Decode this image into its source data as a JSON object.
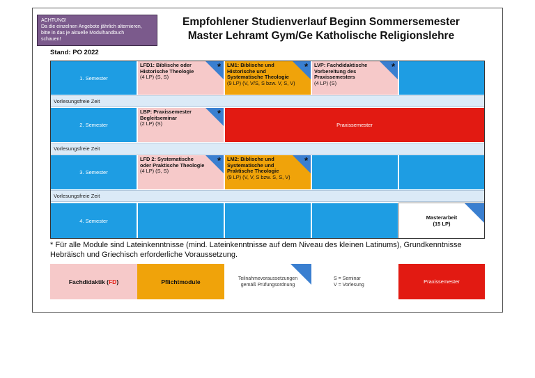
{
  "warning": {
    "line1": "ACHTUNG!",
    "line2": "Da die einzelnen Angebote jährlich alternieren,",
    "line3": "bitte in das je aktuelle Modulhandbuch",
    "line4": "schauen!"
  },
  "title": {
    "line1": "Empfohlener Studienverlauf Beginn Sommersemester",
    "line2": "Master Lehramt Gym/Ge Katholische Religionslehre"
  },
  "stand": "Stand: PO 2022",
  "semesters": {
    "s1": "1. Semester",
    "s2": "2. Semester",
    "s3": "3. Semester",
    "s4": "4. Semester"
  },
  "free_time": "Vorlesungsfreie Zeit",
  "star": "*",
  "modules": {
    "lfd1": {
      "l1": "LFD1: Biblische oder",
      "l2": "Historische Theologie",
      "l3": "(4 LP) (S, S)"
    },
    "lm1": {
      "l1": "LM1: Biblische und",
      "l2": "Historische und",
      "l3": "Systematische Theologie",
      "l4": "(9 LP) (V, V/S, S bzw. V, S, V)"
    },
    "lvp": {
      "l1": "LVP: Fachdidaktische",
      "l2": "Vorbereitung des",
      "l3": "Praxissemesters",
      "l4": "(4 LP) (S)"
    },
    "lbp": {
      "l1": "LBP: Praxissemester",
      "l2": "Begleitseminar",
      "l3": "(2 LP) (S)"
    },
    "praxissemester": "Praxissemester",
    "lfd2": {
      "l1": "LFD 2: Systematische",
      "l2": "oder Praktische Theologie",
      "l3": "(4 LP) (S, S)"
    },
    "lm2": {
      "l1": "LM2: Biblische und",
      "l2": "Systematische und",
      "l3": "Praktische Theologie",
      "l4": "(9 LP) (V, V, S bzw. S, S, V)"
    },
    "masterarbeit": {
      "l1": "Masterarbeit",
      "l2": "(15 LP)"
    }
  },
  "footnote": "* Für alle Module sind Lateinkenntnisse (mind. Lateinkenntnisse auf dem Niveau des kleinen Latinums), Grundkenntnisse Hebräisch und Griechisch erforderliche Voraussetzung.",
  "legend": {
    "fachdidaktik_prefix": "Fachdidaktik (",
    "fachdidaktik_fd": "FD",
    "fachdidaktik_suffix": ")",
    "pflichtmodule": "Pflichtmodule",
    "teilnahme_l1": "Teilnahmevoraussetzungen",
    "teilnahme_l2": "gemäß Prüfungsordnung",
    "seminar": "S = Seminar",
    "vorlesung": "V = Vorlesung",
    "praxissemester": "Praxissemester"
  },
  "colors": {
    "blue": "#1e9de3",
    "pink": "#f6c9c9",
    "orange": "#f0a30a",
    "red": "#e21a12",
    "purple": "#7b5a8c",
    "triangle": "#3a7fd0"
  }
}
